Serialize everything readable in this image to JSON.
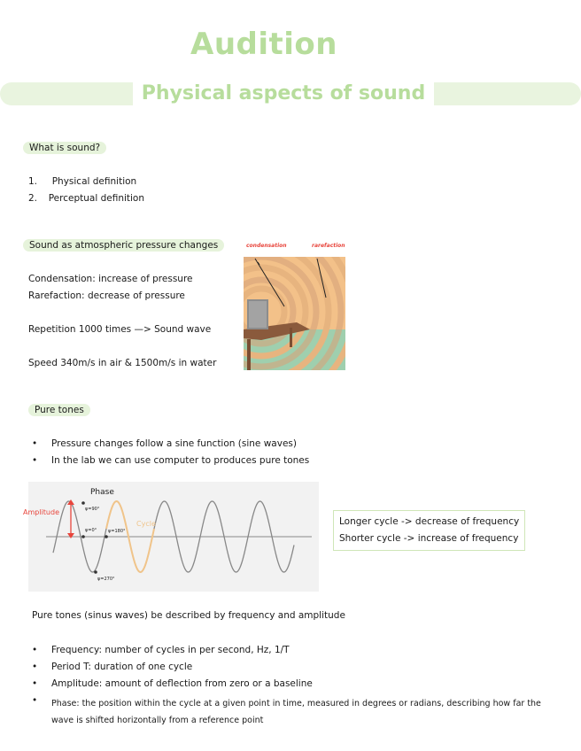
{
  "title": "Audition",
  "subtitle": "Physical aspects of sound",
  "section_what": {
    "heading": "What is sound?",
    "items": [
      {
        "num": "1.",
        "text": "Physical definition"
      },
      {
        "num": "2.",
        "text": "Perceptual definition"
      }
    ]
  },
  "section_pressure": {
    "heading": "Sound as atmospheric pressure changes",
    "lines": [
      "Condensation: increase of pressure",
      "Rarefaction: decrease of pressure",
      "Repetition 1000 times —> Sound wave",
      "Speed 340m/s in air & 1500m/s in water"
    ],
    "figure_labels": {
      "condensation": "condensation",
      "rarefaction": "rarefaction"
    }
  },
  "section_pure": {
    "heading": "Pure tones",
    "bullets": [
      "Pressure changes follow a sine function (sine waves)",
      "In the lab we can use computer to produces pure tones"
    ],
    "wave_labels": {
      "phase": "Phase",
      "amplitude": "Amplitude",
      "cycle": "Cycle",
      "phase_90": "ψ=90°",
      "phase_0": "ψ=0°",
      "phase_180": "ψ=180°",
      "phase_270": "ψ=270°"
    },
    "callout": [
      "Longer cycle -> decrease of frequency",
      "Shorter cycle -> increase of frequency"
    ],
    "description": "Pure tones (sinus waves) be described by frequency and amplitude",
    "defs": [
      "Frequency: number of cycles in per second, Hz, 1/T",
      "Period T: duration of one cycle",
      "Amplitude: amount of deflection from zero or a baseline",
      "Phase: the position within the cycle at a given point in time, measured in degrees or radians, describing how far the wave is shifted horizontally from a reference point"
    ]
  },
  "colors": {
    "accent_green": "#b7dd9c",
    "pill_bg": "#e6f3db",
    "label_red": "#e8453c",
    "cycle_orange": "#f0c48a"
  }
}
